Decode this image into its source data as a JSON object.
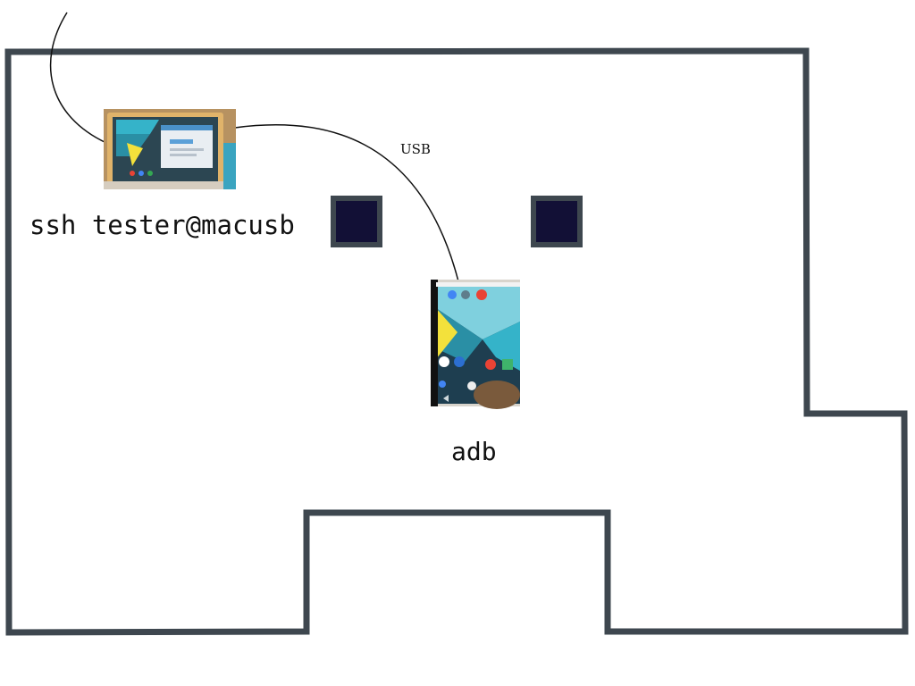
{
  "labels": {
    "ssh_command": "ssh tester@macusb",
    "usb": "USB",
    "adb": "adb"
  },
  "icons": {
    "laptop": "laptop-photo-icon",
    "phone": "android-phone-photo-icon"
  },
  "colors": {
    "wall": "#3e474f",
    "pillar_fill": "#121036",
    "cable": "#111111",
    "laptop_frame": "#e0b36a",
    "android_teal": "#35b3c9",
    "android_dark": "#1e3e50",
    "android_yellow": "#f3e13b"
  }
}
